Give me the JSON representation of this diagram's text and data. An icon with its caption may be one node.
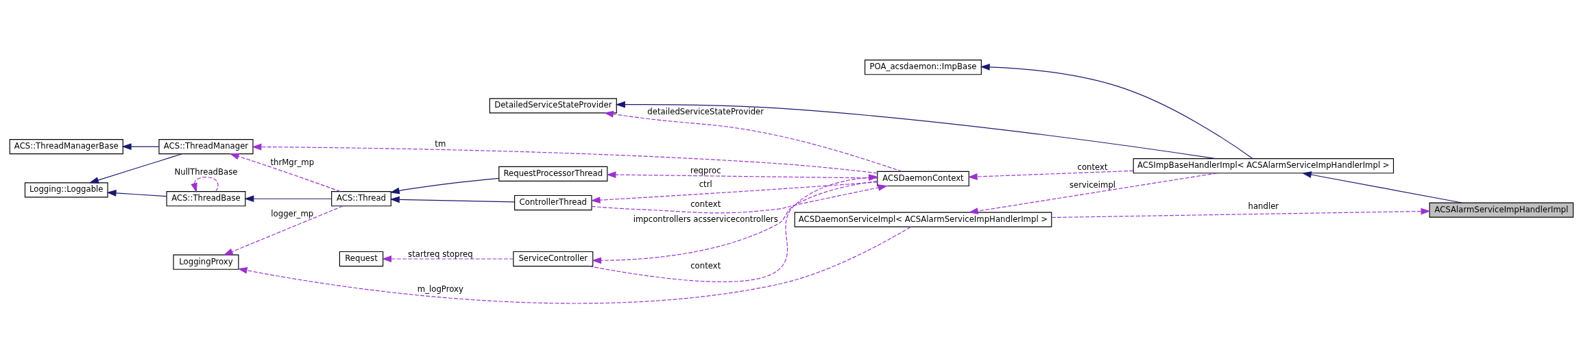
{
  "diagram": {
    "nodes": [
      {
        "text": [
          "ACSAlarmServiceImpHandlerImpl"
        ]
      },
      {
        "text": [
          "POA_acsdaemon::ImpBase"
        ]
      },
      {
        "text": [
          "ACSDaemonServiceImpl< ACSAlarmServiceImpHandlerImpl >"
        ]
      },
      {
        "text": [
          "ACSImpBaseHandlerImpl< ACSAlarmServiceImpHandlerImpl >"
        ]
      },
      {
        "text": [
          "LoggingProxy"
        ]
      },
      {
        "text": [
          "DetailedServiceStateProvider"
        ]
      },
      {
        "text": [
          "Logging::Loggable"
        ]
      },
      {
        "text": [
          "ACS::ThreadBase"
        ]
      },
      {
        "text": [
          "ACS::Thread"
        ]
      },
      {
        "text": [
          "RequestProcessorThread"
        ]
      },
      {
        "text": [
          "ACS::ThreadManagerBase"
        ]
      },
      {
        "text": [
          "ACS::ThreadManager"
        ]
      },
      {
        "text": [
          "ACSDaemonContext"
        ]
      },
      {
        "text": [
          "ControllerThread"
        ]
      },
      {
        "text": [
          "ServiceController"
        ]
      },
      {
        "text": [
          "Request"
        ]
      }
    ],
    "edges": [
      {
        "from": 0,
        "to": 3,
        "arrow": "to",
        "color": "#191970"
      },
      {
        "from": 3,
        "to": 1,
        "arrow": "to",
        "color": "#191970"
      },
      {
        "from": 3,
        "to": 5,
        "arrow": "to",
        "color": "#191970"
      },
      {
        "from": 7,
        "to": 6,
        "arrow": "to",
        "color": "#191970"
      },
      {
        "from": 11,
        "to": 6,
        "arrow": "to",
        "color": "#191970"
      },
      {
        "from": 11,
        "to": 10,
        "arrow": "to",
        "color": "#191970"
      },
      {
        "from": 8,
        "to": 7,
        "arrow": "to",
        "color": "#191970"
      },
      {
        "from": 9,
        "to": 8,
        "arrow": "to",
        "color": "#191970"
      },
      {
        "from": 13,
        "to": 8,
        "arrow": "to",
        "color": "#191970"
      },
      {
        "from": 2,
        "to": 0,
        "arrow": "to",
        "label": "handler",
        "style": "dashed"
      },
      {
        "from": 2,
        "to": 4,
        "arrow": "to",
        "label": "m_logProxy",
        "style": "dashed"
      },
      {
        "from": 3,
        "to": 2,
        "arrow": "to",
        "label": "serviceimpl",
        "style": "dashed"
      },
      {
        "from": 8,
        "to": 4,
        "arrow": "to",
        "label": "logger_mp",
        "style": "dashed"
      },
      {
        "from": 7,
        "to": 7,
        "arrow": "to",
        "label": "NullThreadBase",
        "style": "dashed"
      },
      {
        "from": 8,
        "to": 11,
        "arrow": "to",
        "label": "thrMgr_mp",
        "style": "dashed"
      },
      {
        "from": 12,
        "to": 5,
        "arrow": "to",
        "label": "detailedServiceStateProvider",
        "style": "dashed"
      },
      {
        "from": 3,
        "to": 12,
        "arrow": "to",
        "label": "context",
        "style": "dashed"
      },
      {
        "from": 12,
        "to": 9,
        "arrow": "to",
        "label": "reqproc",
        "style": "dashed"
      },
      {
        "from": 12,
        "to": 11,
        "arrow": "to",
        "label": "tm",
        "style": "dashed"
      },
      {
        "from": 12,
        "to": 13,
        "arrow": "to",
        "label": "ctrl",
        "style": "dashed"
      },
      {
        "from": 13,
        "to": 12,
        "arrow": "to",
        "label": "context",
        "style": "dashed"
      },
      {
        "from": 12,
        "to": 14,
        "arrow": "to",
        "label": "impcontrollers acsservicecontrollers",
        "style": "dashed"
      },
      {
        "from": 14,
        "to": 12,
        "arrow": "to",
        "label": "context",
        "style": "dashed"
      },
      {
        "from": 14,
        "to": 15,
        "arrow": "to",
        "label": "startreq stopreq",
        "style": "dashed"
      }
    ]
  }
}
